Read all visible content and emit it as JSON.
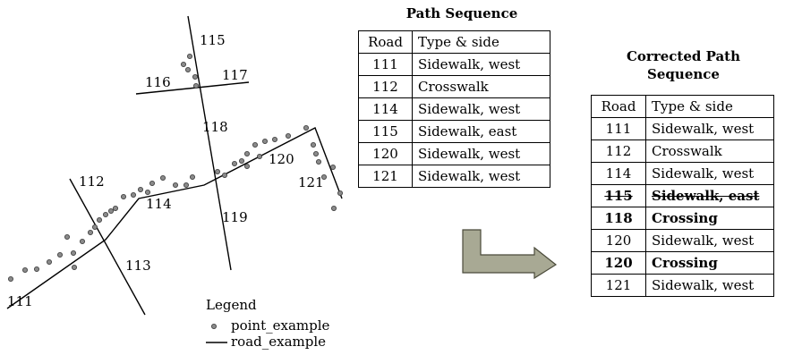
{
  "map": {
    "road_labels": [
      "111",
      "112",
      "113",
      "114",
      "115",
      "116",
      "117",
      "118",
      "119",
      "120",
      "121"
    ],
    "legend": {
      "title": "Legend",
      "point_label": "point_example",
      "road_label": "road_example"
    }
  },
  "path_sequence": {
    "title": "Path Sequence",
    "headers": [
      "Road",
      "Type & side"
    ],
    "rows": [
      {
        "road": "111",
        "type": "Sidewalk, west"
      },
      {
        "road": "112",
        "type": "Crosswalk"
      },
      {
        "road": "114",
        "type": "Sidewalk, west"
      },
      {
        "road": "115",
        "type": "Sidewalk, east"
      },
      {
        "road": "120",
        "type": "Sidewalk, west"
      },
      {
        "road": "121",
        "type": "Sidewalk, west"
      }
    ]
  },
  "corrected_sequence": {
    "title_line1": "Corrected Path",
    "title_line2": "Sequence",
    "headers": [
      "Road",
      "Type & side"
    ],
    "rows": [
      {
        "road": "111",
        "type": "Sidewalk, west",
        "style": "normal"
      },
      {
        "road": "112",
        "type": "Crosswalk",
        "style": "normal"
      },
      {
        "road": "114",
        "type": "Sidewalk, west",
        "style": "normal"
      },
      {
        "road": "115",
        "type": "Sidewalk, east",
        "style": "struck"
      },
      {
        "road": "118",
        "type": "Crossing",
        "style": "bold"
      },
      {
        "road": "120",
        "type": "Sidewalk, west",
        "style": "normal"
      },
      {
        "road": "120",
        "type": "Crossing",
        "style": "bold"
      },
      {
        "road": "121",
        "type": "Sidewalk, west",
        "style": "normal"
      }
    ]
  },
  "colors": {
    "point_fill": "#8a8a8a",
    "arrow_fill": "#a8a994",
    "arrow_stroke": "#4a4a3a"
  }
}
